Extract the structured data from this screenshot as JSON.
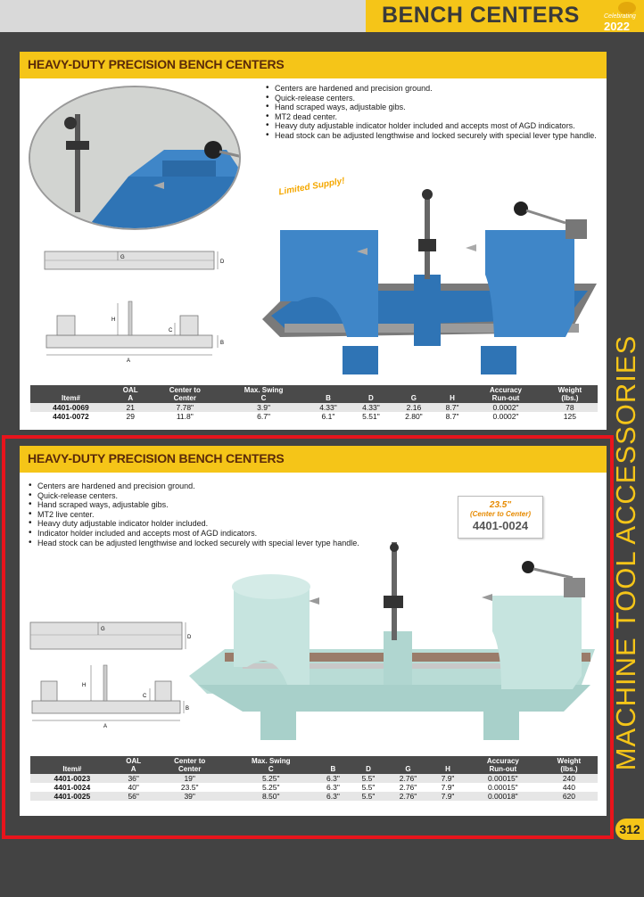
{
  "header": {
    "title": "BENCH CENTERS",
    "celebrating": "Celebrating",
    "year": "2022"
  },
  "sidebar": {
    "text": "MACHINE TOOL ACCESSORIES"
  },
  "page_number": "312",
  "panel1": {
    "title": "HEAVY-DUTY PRECISION BENCH CENTERS",
    "features": [
      "Centers are hardened and precision ground.",
      "Quick-release centers.",
      "Hand scraped ways, adjustable gibs.",
      "MT2 dead center.",
      "Heavy duty adjustable indicator holder included and accepts most of AGD indicators.",
      "Head stock can be adjusted lengthwise and locked securely with special lever type handle."
    ],
    "limited": "Limited Supply!",
    "diagram_labels": {
      "g": "G",
      "d": "D",
      "h": "H",
      "c": "C",
      "b": "B",
      "a": "A"
    },
    "table": {
      "headers": [
        [
          "Item#",
          ""
        ],
        [
          "OAL",
          "A"
        ],
        [
          "Center to",
          "Center"
        ],
        [
          "Max. Swing",
          "C"
        ],
        [
          "",
          "B"
        ],
        [
          "",
          "D"
        ],
        [
          "",
          "G"
        ],
        [
          "",
          "H"
        ],
        [
          "Accuracy",
          "Run-out"
        ],
        [
          "Weight",
          "(lbs.)"
        ]
      ],
      "rows": [
        [
          "4401-0069",
          "21",
          "7.78\"",
          "3.9\"",
          "4.33\"",
          "4.33\"",
          "2.16",
          "8.7\"",
          "0.0002\"",
          "78"
        ],
        [
          "4401-0072",
          "29",
          "11.8\"",
          "6.7\"",
          "6.1\"",
          "5.51\"",
          "2.80\"",
          "8.7\"",
          "0.0002\"",
          "125"
        ]
      ]
    }
  },
  "panel2": {
    "title": "HEAVY-DUTY PRECISION BENCH CENTERS",
    "features": [
      "Centers are hardened and precision ground.",
      "Quick-release centers.",
      "Hand scraped ways, adjustable gibs.",
      "MT2 live center.",
      "Heavy duty adjustable indicator holder included.",
      "Indicator holder included and accepts most of AGD indicators.",
      "Head stock can be adjusted lengthwise and locked securely with special lever type handle."
    ],
    "callout": {
      "line1": "23.5\"",
      "line2": "(Center to Center)",
      "line3": "4401-0024"
    },
    "diagram_labels": {
      "g": "G",
      "d": "D",
      "h": "H",
      "c": "C",
      "b": "B",
      "a": "A"
    },
    "table": {
      "headers": [
        [
          "Item#",
          ""
        ],
        [
          "OAL",
          "A"
        ],
        [
          "Center to",
          "Center"
        ],
        [
          "Max. Swing",
          "C"
        ],
        [
          "",
          "B"
        ],
        [
          "",
          "D"
        ],
        [
          "",
          "G"
        ],
        [
          "",
          "H"
        ],
        [
          "Accuracy",
          "Run-out"
        ],
        [
          "Weight",
          "(lbs.)"
        ]
      ],
      "rows": [
        [
          "4401-0023",
          "36\"",
          "19\"",
          "5.25\"",
          "6.3\"",
          "5.5\"",
          "2.76\"",
          "7.9\"",
          "0.00015\"",
          "240"
        ],
        [
          "4401-0024",
          "40\"",
          "23.5\"",
          "5.25\"",
          "6.3\"",
          "5.5\"",
          "2.76\"",
          "7.9\"",
          "0.00015\"",
          "440"
        ],
        [
          "4401-0025",
          "56\"",
          "39\"",
          "8.50\"",
          "6.3\"",
          "5.5\"",
          "2.76\"",
          "7.9\"",
          "0.00018\"",
          "620"
        ]
      ]
    }
  },
  "colors": {
    "accent": "#f5c518",
    "highlight": "#e8141c",
    "machine_blue": "#2f74b5",
    "machine_mint": "#b9dcd6"
  }
}
